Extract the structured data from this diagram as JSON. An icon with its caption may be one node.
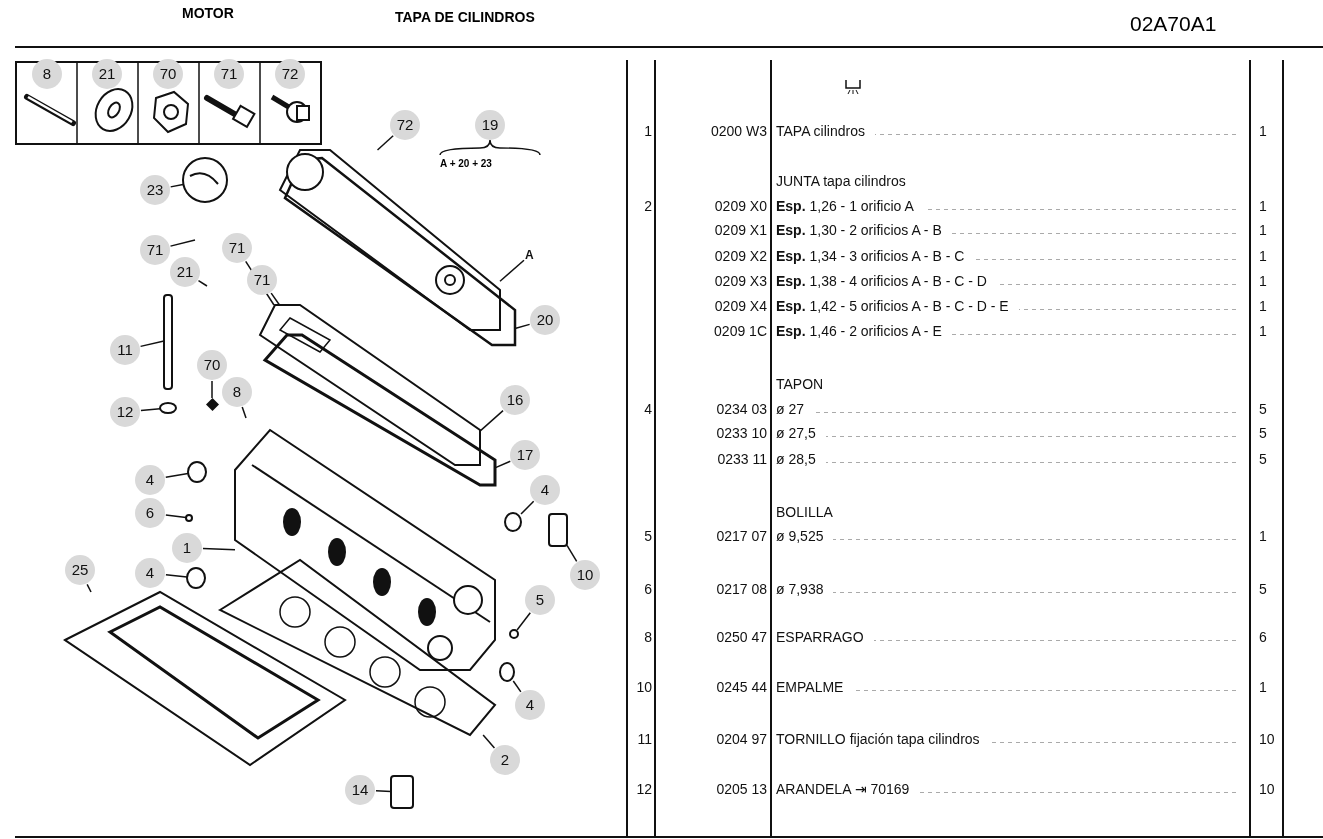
{
  "diagram": {
    "title": "TAPA DE CILINDROS",
    "nodes": [
      {
        "text": [
          "8"
        ]
      },
      {
        "text": [
          "21"
        ]
      },
      {
        "text": [
          "70"
        ]
      },
      {
        "text": [
          "71"
        ]
      },
      {
        "text": [
          "72"
        ]
      },
      {
        "text": [
          "72"
        ]
      },
      {
        "text": [
          "19"
        ]
      },
      {
        "text": [
          "23"
        ]
      },
      {
        "text": [
          "71"
        ]
      },
      {
        "text": [
          "71"
        ]
      },
      {
        "text": [
          "21"
        ]
      },
      {
        "text": [
          "A"
        ]
      },
      {
        "text": [
          "71"
        ]
      },
      {
        "text": [
          "20"
        ]
      },
      {
        "text": [
          "11"
        ]
      },
      {
        "text": [
          "70"
        ]
      },
      {
        "text": [
          "8"
        ]
      },
      {
        "text": [
          "12"
        ]
      },
      {
        "text": [
          "16"
        ]
      },
      {
        "text": [
          "17"
        ]
      },
      {
        "text": [
          "4"
        ]
      },
      {
        "text": [
          "4"
        ]
      },
      {
        "text": [
          "6"
        ]
      },
      {
        "text": [
          "1"
        ]
      },
      {
        "text": [
          "10"
        ]
      },
      {
        "text": [
          "4"
        ]
      },
      {
        "text": [
          "25"
        ]
      },
      {
        "text": [
          "5"
        ]
      },
      {
        "text": [
          "4"
        ]
      },
      {
        "text": [
          "14"
        ]
      },
      {
        "text": [
          "2"
        ]
      },
      {
        "text": [],
        "shape": "picture"
      },
      {
        "text": [],
        "shape": "picture"
      },
      {
        "text": [],
        "shape": "picture"
      },
      {
        "text": [],
        "shape": "picture"
      },
      {
        "text": [],
        "shape": "box"
      },
      {
        "text": [],
        "shape": "diamond"
      },
      {
        "text": [],
        "shape": "picture"
      },
      {
        "text": [],
        "shape": "circle"
      },
      {
        "text": [],
        "shape": "circle"
      },
      {
        "text": [],
        "shape": "picture"
      },
      {
        "text": [],
        "shape": "circle"
      },
      {
        "text": [],
        "shape": "circle"
      },
      {
        "text": [],
        "shape": "box"
      },
      {
        "text": [],
        "shape": "circle"
      },
      {
        "text": [],
        "shape": "picture"
      },
      {
        "text": [],
        "shape": "circle"
      },
      {
        "text": [],
        "shape": "picture"
      },
      {
        "text": [],
        "shape": "circle"
      },
      {
        "text": [],
        "shape": "box"
      }
    ],
    "edges": [
      {
        "from": 5,
        "to": 31,
        "arrow": "none"
      },
      {
        "from": 7,
        "to": 32,
        "arrow": "none"
      },
      {
        "from": 8,
        "to": null,
        "arrow": "none"
      },
      {
        "from": 9,
        "to": 34,
        "arrow": "none"
      },
      {
        "from": 10,
        "to": null,
        "arrow": "none"
      },
      {
        "from": 11,
        "to": 31,
        "arrow": "none"
      },
      {
        "from": 12,
        "to": 34,
        "arrow": "none"
      },
      {
        "from": 13,
        "to": 33,
        "arrow": "none"
      },
      {
        "from": 14,
        "to": 35,
        "arrow": "none"
      },
      {
        "from": 15,
        "to": 36,
        "arrow": "none"
      },
      {
        "from": 16,
        "to": null,
        "arrow": "none"
      },
      {
        "from": 17,
        "to": 38,
        "arrow": "none"
      },
      {
        "from": 18,
        "to": 34,
        "arrow": "none"
      },
      {
        "from": 19,
        "to": 37,
        "arrow": "none"
      },
      {
        "from": 20,
        "to": 39,
        "arrow": "none"
      },
      {
        "from": 21,
        "to": 41,
        "arrow": "none"
      },
      {
        "from": 22,
        "to": 42,
        "arrow": "none"
      },
      {
        "from": 23,
        "to": 40,
        "arrow": "none"
      },
      {
        "from": 24,
        "to": 43,
        "arrow": "none"
      },
      {
        "from": 25,
        "to": 44,
        "arrow": "none"
      },
      {
        "from": 26,
        "to": 45,
        "arrow": "none"
      },
      {
        "from": 27,
        "to": 46,
        "arrow": "none"
      },
      {
        "from": 28,
        "to": 48,
        "arrow": "none"
      },
      {
        "from": 29,
        "to": 49,
        "arrow": "none"
      },
      {
        "from": 30,
        "to": 47,
        "arrow": "none"
      }
    ],
    "labels": [
      "MOTOR",
      "02A70A1",
      "A + 20 + 23",
      "1",
      "0200 W3",
      "TAPA cilindros",
      "1",
      "JUNTA tapa cilindros",
      "2",
      "0209 X0",
      "**Esp.** 1,26 - 1 orificio A",
      "1",
      "0209 X1",
      "**Esp.** 1,30 - 2 orificios A - B",
      "1",
      "0209 X2",
      "**Esp.** 1,34 - 3 orificios A - B - C",
      "1",
      "0209 X3",
      "**Esp.** 1,38 - 4 orificios A - B - C - D",
      "1",
      "0209 X4",
      "**Esp.** 1,42 - 5 orificios A - B - C - D - E",
      "1",
      "0209 1C",
      "**Esp.** 1,46 - 2 orificios A - E",
      "1",
      "TAPON",
      "4",
      "0234 03",
      "ø 27",
      "5",
      "0233 10",
      "ø 27,5",
      "5",
      "0233 11",
      "ø 28,5",
      "5",
      "BOLILLA",
      "5",
      "0217 07",
      "ø 9,525",
      "1",
      "6",
      "0217 08",
      "ø 7,938",
      "5",
      "8",
      "0250 47",
      "ESPARRAGO",
      "6",
      "10",
      "0245 44",
      "EMPALME",
      "1",
      "11",
      "0204 97",
      "TORNILLO fijación tapa cilindros",
      "10",
      "12",
      "0205 13",
      "ARANDELA ⇥ 70169",
      "10"
    ]
  }
}
